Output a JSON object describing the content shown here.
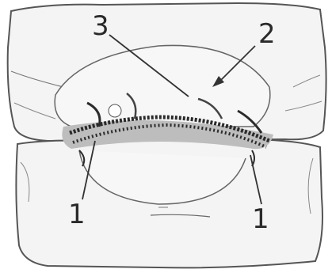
{
  "figure": {
    "labels": {
      "label_3": "3",
      "label_2": "2",
      "label_1_left": "1",
      "label_1_right": "1"
    },
    "colors": {
      "outline": "#555555",
      "fill": "#f2f2f2",
      "lesion": "#2b2b2b",
      "shade": "#bdbdbd"
    }
  }
}
